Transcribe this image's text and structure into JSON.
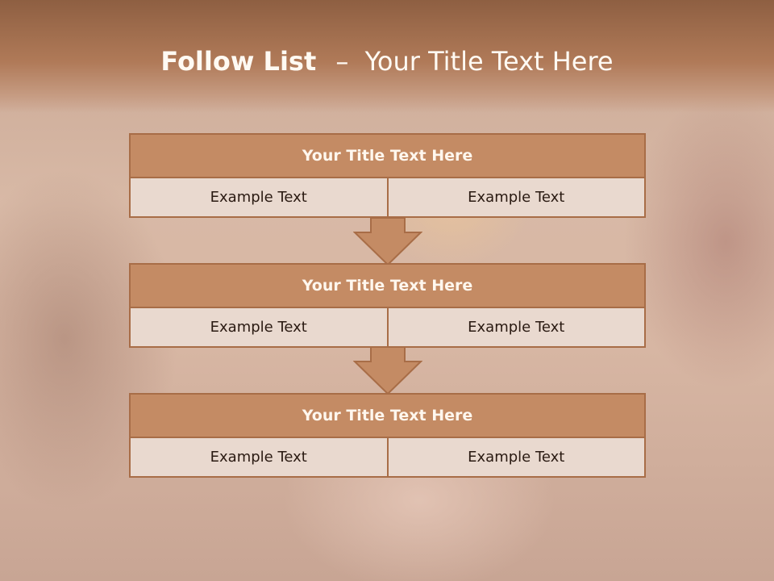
{
  "slide": {
    "title_bold": "Follow List",
    "title_dash": "–",
    "title_rest": "Your Title Text Here"
  },
  "blocks": [
    {
      "title": "Your Title Text Here",
      "left": "Example Text",
      "right": "Example Text"
    },
    {
      "title": "Your Title Text Here",
      "left": "Example Text",
      "right": "Example Text"
    },
    {
      "title": "Your Title Text Here",
      "left": "Example Text",
      "right": "Example Text"
    }
  ],
  "colors": {
    "accent": "#c48b64",
    "border": "#a86d47",
    "cell_fill": "#e9d9cf",
    "header": "#9c6a4b"
  },
  "icons": [
    "down-arrow-icon",
    "down-arrow-icon"
  ]
}
